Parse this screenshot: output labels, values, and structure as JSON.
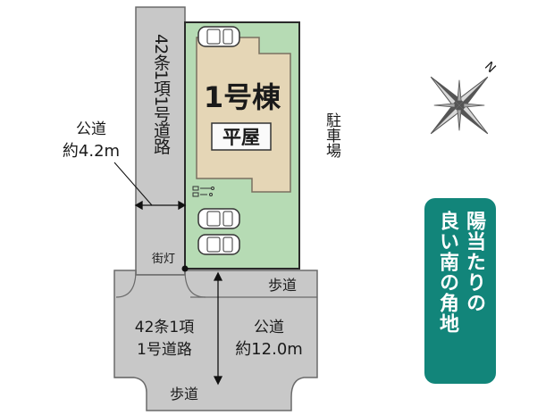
{
  "lot": {
    "building_name": "1号棟",
    "building_type": "平屋"
  },
  "roads": {
    "narrow_road_name": "42条1項1号道路",
    "narrow_road_type": "公道",
    "narrow_road_width": "約4.2m",
    "wide_road_name_line1": "42条1項",
    "wide_road_name_line2": "1号道路",
    "wide_road_type": "公道",
    "wide_road_width": "約12.0m",
    "sidewalk_right": "歩道",
    "sidewalk_bottom": "歩道"
  },
  "landmarks": {
    "streetlight": "街灯",
    "parking_lot": "駐車場"
  },
  "badge": {
    "line1": "陽当たりの",
    "line2": "良い南の角地"
  },
  "compass": {
    "north_label": "N"
  },
  "colors": {
    "road": "#c8c8c8",
    "lot": "#b6dbb4",
    "building": "#e5d6b6",
    "badge": "#12857a"
  }
}
